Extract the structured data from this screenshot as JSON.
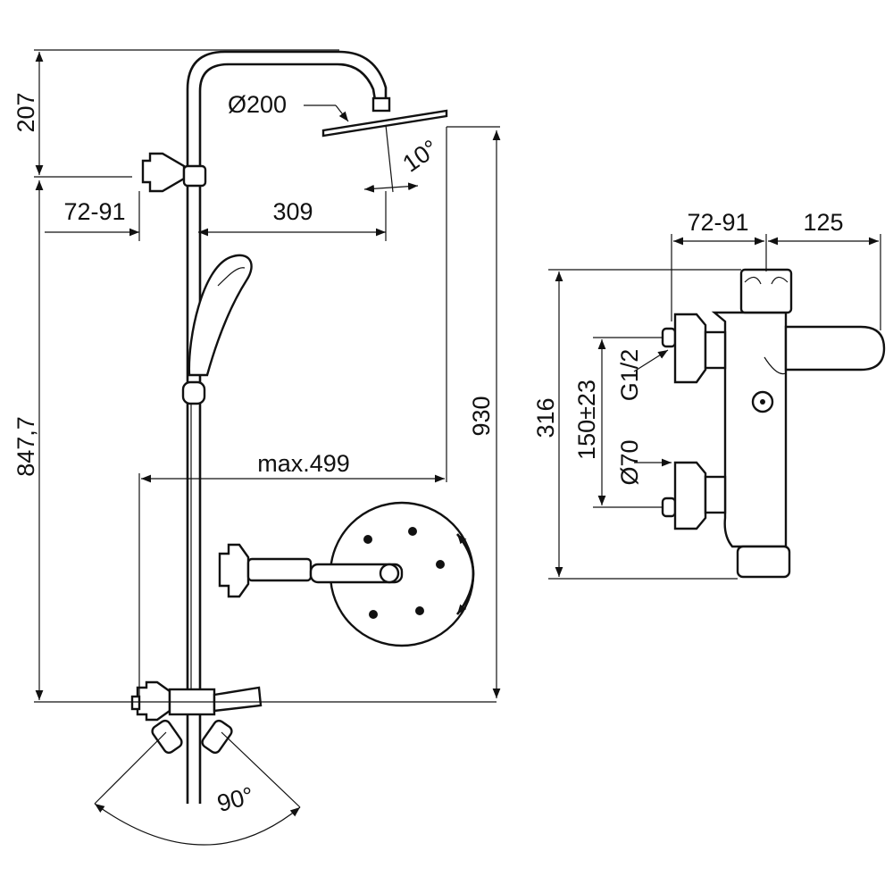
{
  "dimensions": {
    "top_height": "207",
    "wall_offset_left": "72-91",
    "arm_length": "309",
    "head_diameter": "Ø200",
    "head_angle": "10°",
    "total_height_left": "847,7",
    "max_width": "max.499",
    "total_height_right": "930",
    "rotation_angle": "90°",
    "valve_wall_offset": "72-91",
    "valve_spout_length": "125",
    "valve_height": "316",
    "inlet_spacing": "150±23",
    "thread_size": "G1/2",
    "rosette_diameter": "Ø70"
  },
  "colors": {
    "line": "#111111",
    "background": "#ffffff"
  }
}
